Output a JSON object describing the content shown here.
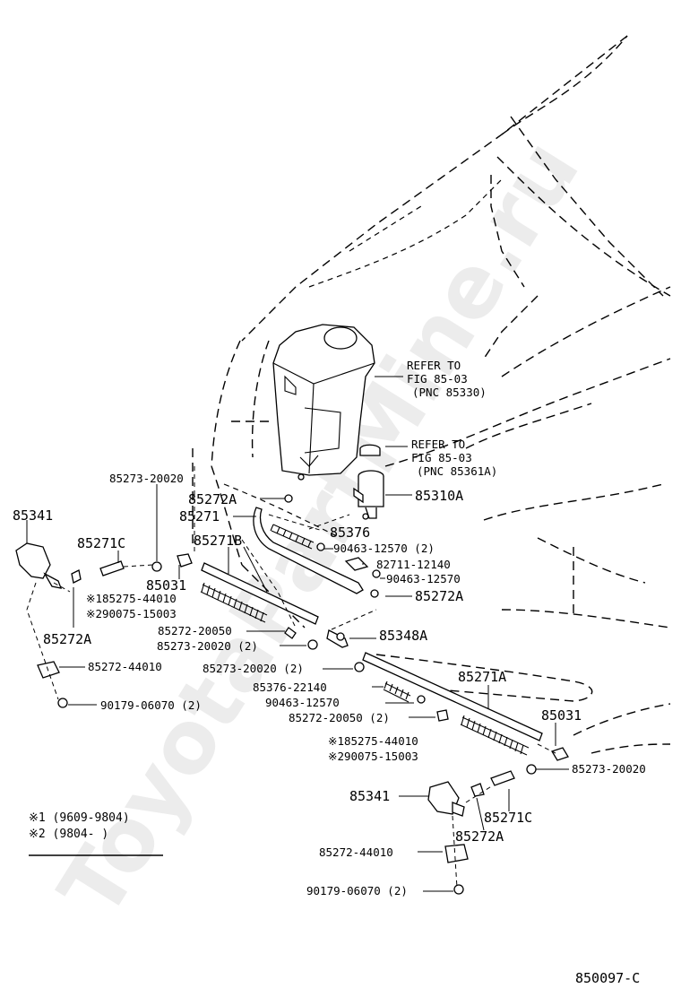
{
  "watermark": "ToyotaPartMine.ru",
  "figure_code": "850097-C",
  "refer1": {
    "line1": "REFER TO",
    "line2": "FIG 85-03",
    "line3": "(PNC 85330)"
  },
  "refer2": {
    "line1": "REFER TO",
    "line2": "FIG 85-03",
    "line3": "(PNC 85361A)"
  },
  "labels": {
    "p85273_20020_top": "85273-20020",
    "p85272A_top": "85272A",
    "p85310A": "85310A",
    "p85271": "85271",
    "p85341_left": "85341",
    "p85376": "85376",
    "p85271C_left": "85271C",
    "p90463_12570_2": "90463-12570 (2)",
    "p85271B": "85271B",
    "p82711_12140": "82711-12140",
    "p85031_left": "85031",
    "p90463_12570_mid": "90463-12570",
    "p85272A_mid": "85272A",
    "p85275_44010_left": "※185275-44010",
    "p90075_15003_left": "※290075-15003",
    "p85272A_left": "85272A",
    "p85272_20050_left": "85272-20050",
    "p85348A": "85348A",
    "p85273_20020_2a": "85273-20020 (2)",
    "p85272_44010_left": "85272-44010",
    "p85273_20020_2b": "85273-20020 (2)",
    "p85271A": "85271A",
    "p85376_22140": "85376-22140",
    "p90179_06070_left": "90179-06070 (2)",
    "p90463_12570_low": "90463-12570",
    "p85272_20050_2": "85272-20050 (2)",
    "p85031_right": "85031",
    "p85275_44010_right": "※185275-44010",
    "p90075_15003_right": "※290075-15003",
    "p85273_20020_right": "85273-20020",
    "p85341_right": "85341",
    "p85271C_right": "85271C",
    "p85272A_right": "85272A",
    "p85272_44010_right": "85272-44010",
    "p90179_06070_right": "90179-06070 (2)"
  },
  "legend": {
    "note1": "※1 (9609-9804)",
    "note2": "※2 (9804-     )"
  }
}
